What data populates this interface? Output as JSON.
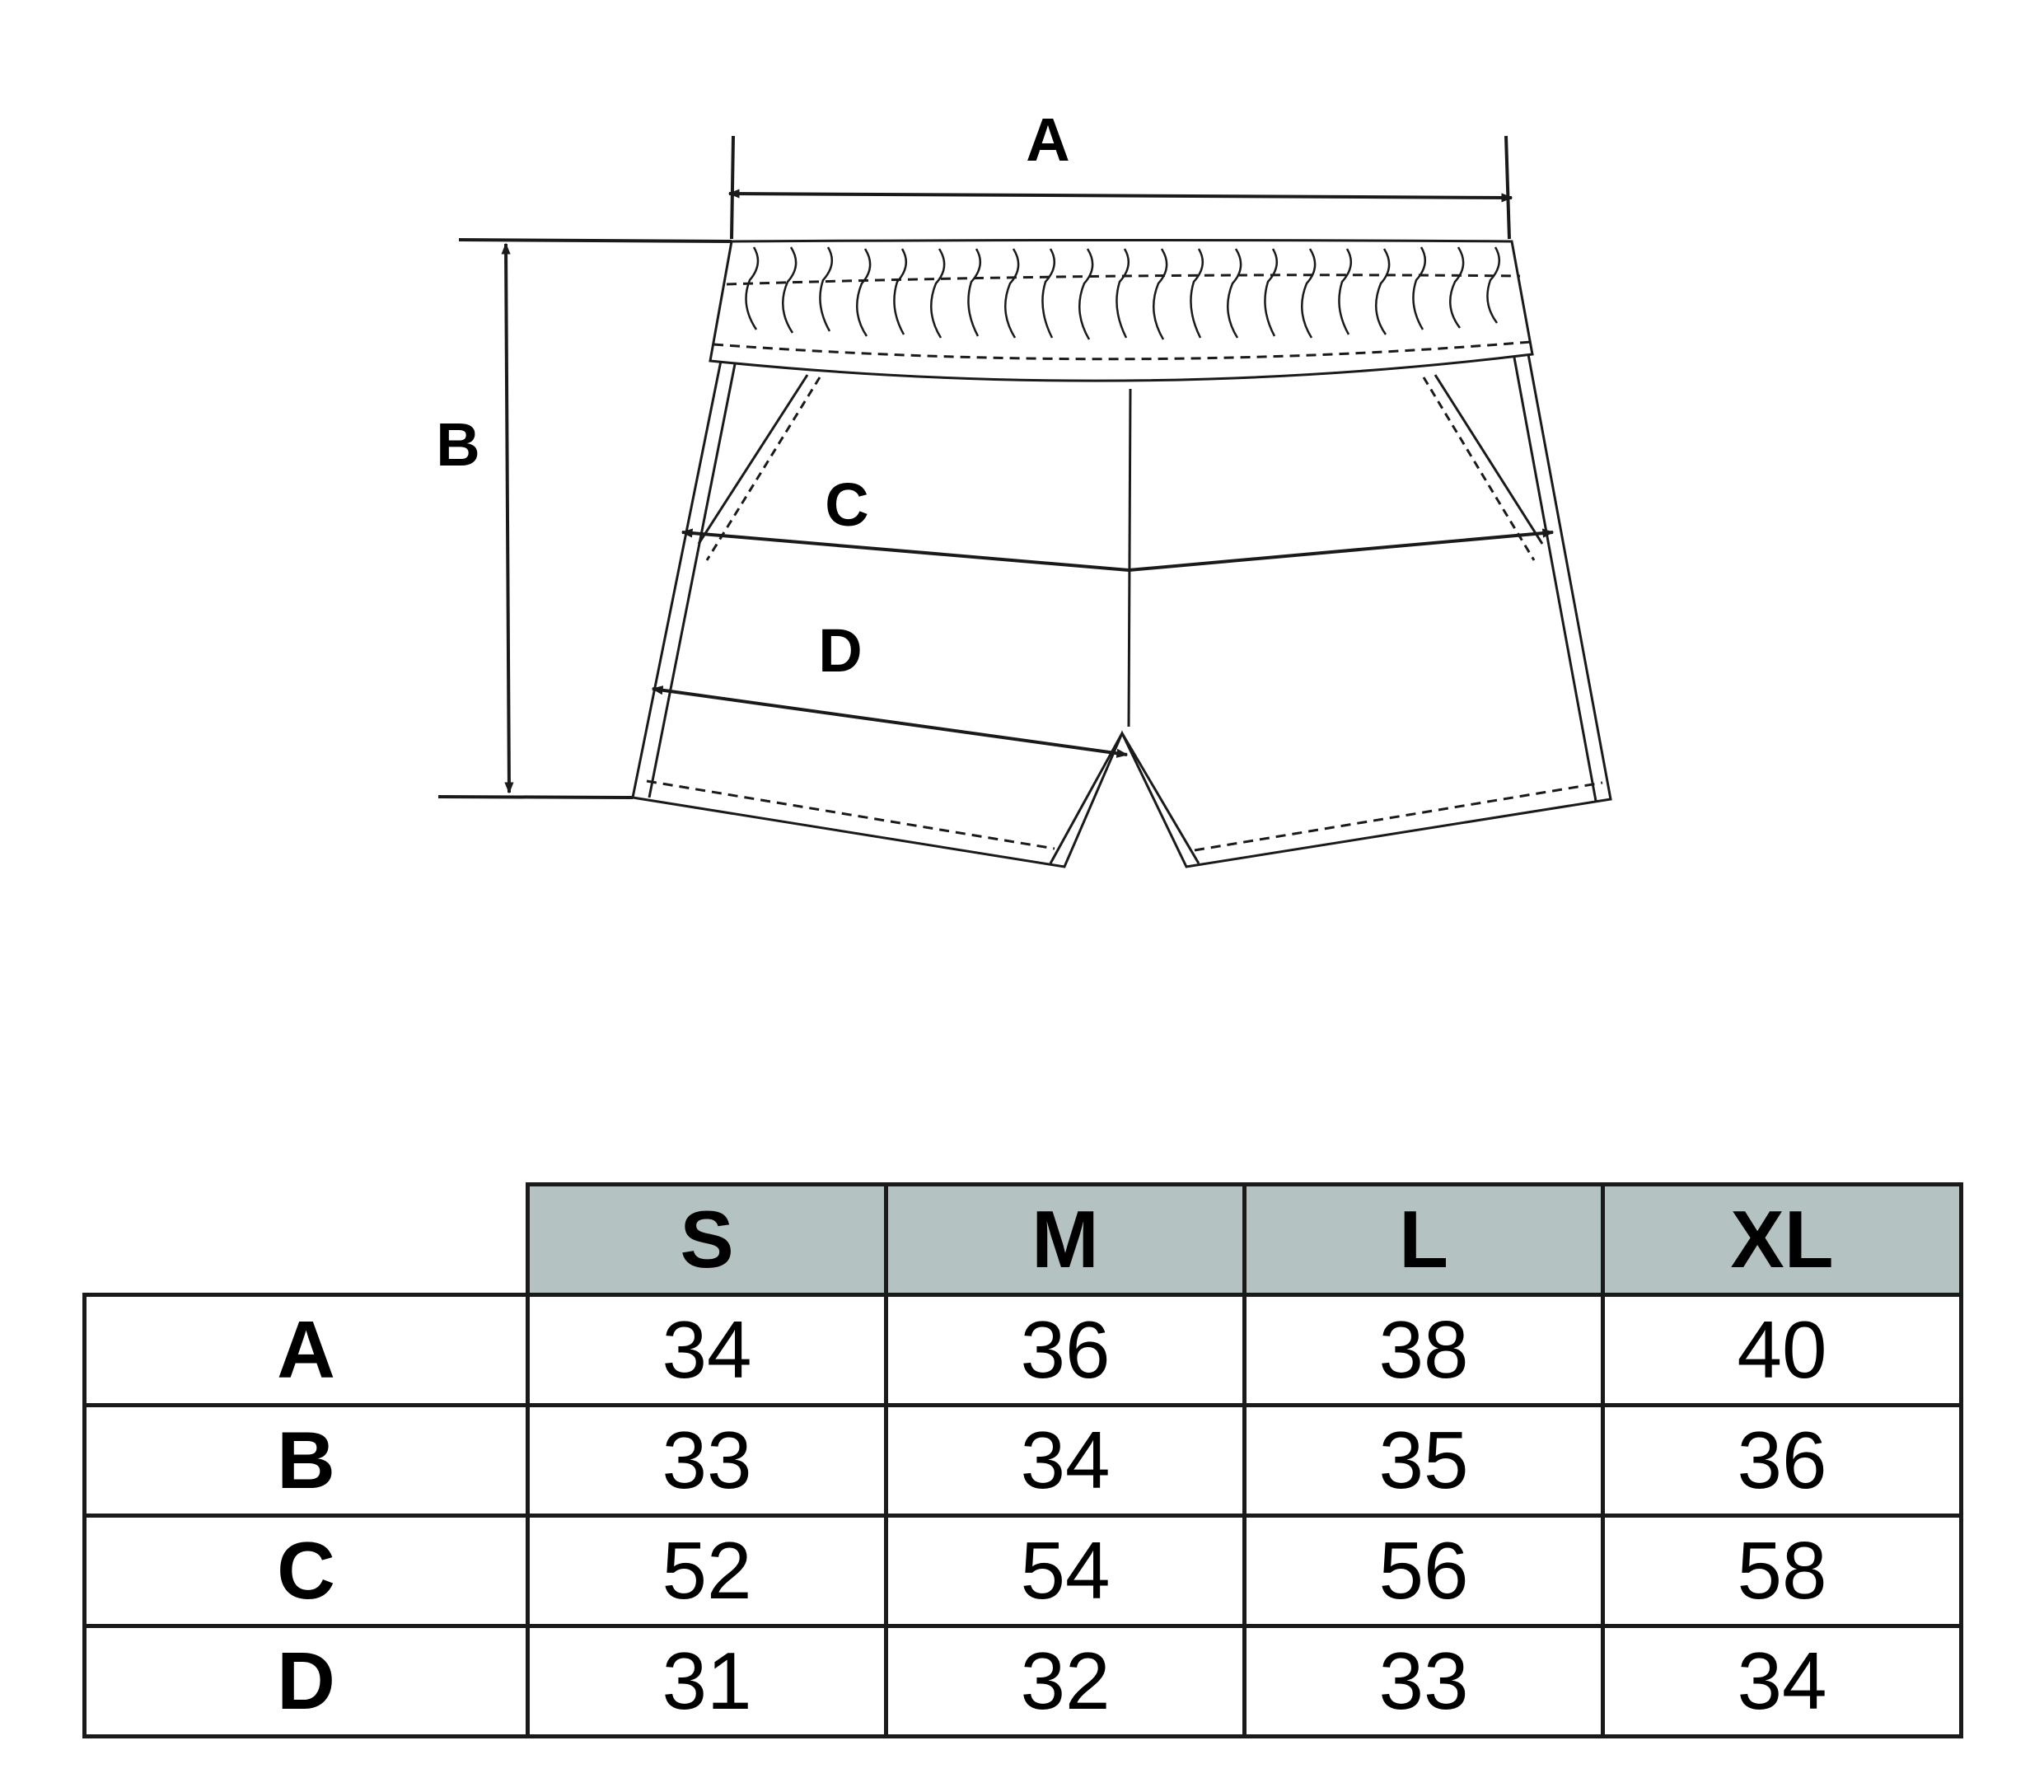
{
  "diagram": {
    "labels": {
      "a": "A",
      "b": "B",
      "c": "C",
      "d": "D"
    },
    "colors": {
      "stroke": "#1a1a1a",
      "header_fill": "#b4c3c1"
    }
  },
  "table": {
    "sizes": [
      "S",
      "M",
      "L",
      "XL"
    ],
    "rows": [
      {
        "label": "A",
        "values": [
          "34",
          "36",
          "38",
          "40"
        ]
      },
      {
        "label": "B",
        "values": [
          "33",
          "34",
          "35",
          "36"
        ]
      },
      {
        "label": "C",
        "values": [
          "52",
          "54",
          "56",
          "58"
        ]
      },
      {
        "label": "D",
        "values": [
          "31",
          "32",
          "33",
          "34"
        ]
      }
    ]
  }
}
